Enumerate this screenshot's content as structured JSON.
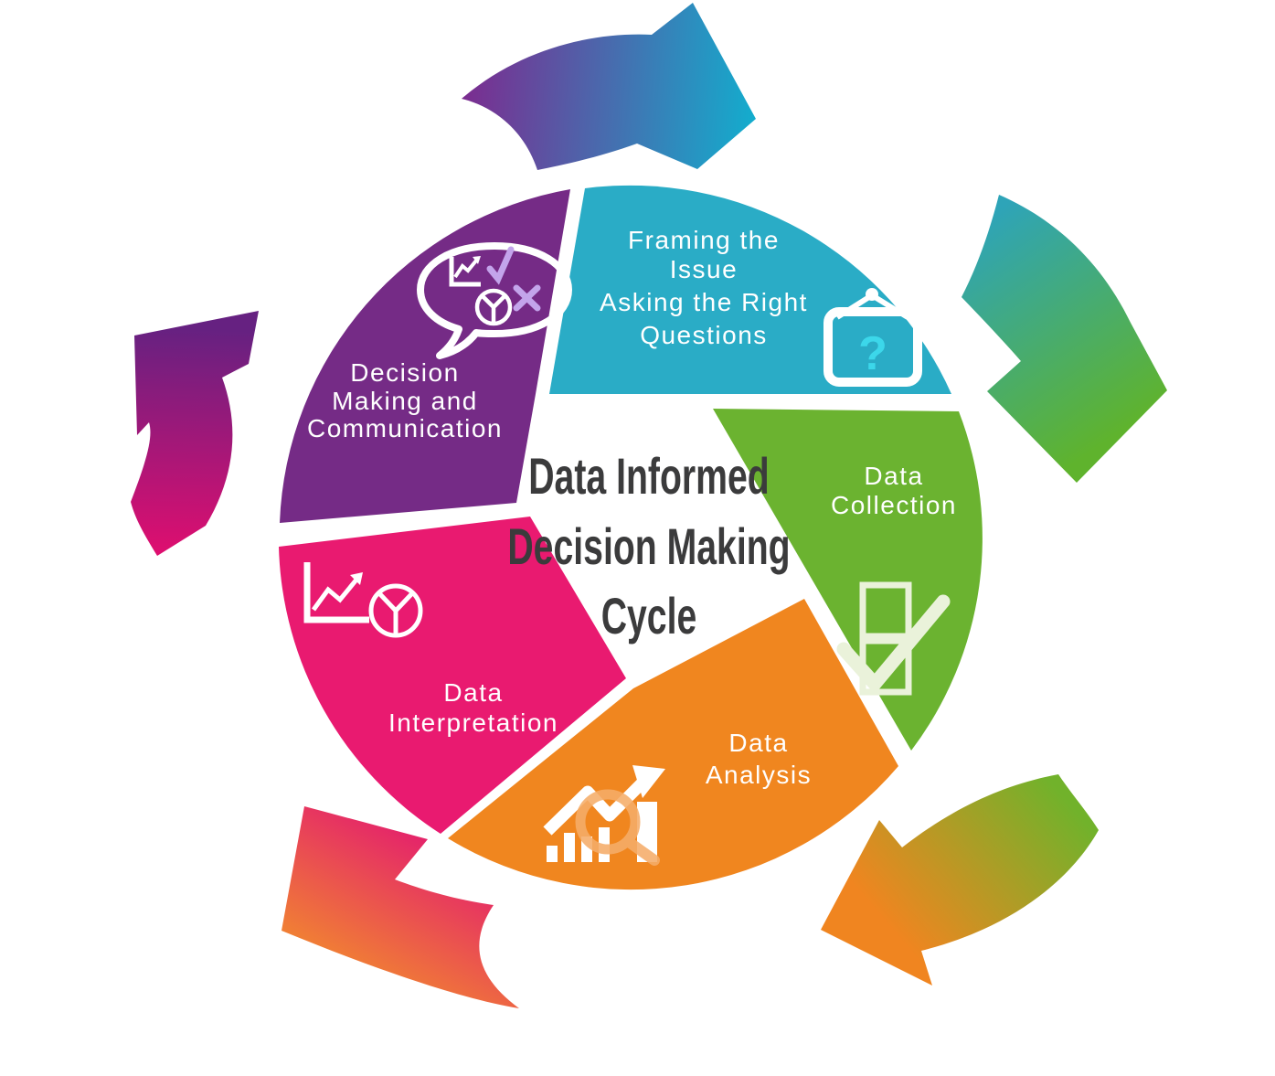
{
  "title": {
    "lines": [
      "Data Informed",
      "Decision Making",
      "Cycle"
    ],
    "color": "#3B3B3C"
  },
  "segments": [
    {
      "name": "framing-the-issue",
      "color": "#2AACC6",
      "lines": [
        "Framing the",
        "Issue",
        "Asking the Right",
        "Questions"
      ],
      "icon": "question-frame-icon"
    },
    {
      "name": "data-collection",
      "color": "#6BB330",
      "lines": [
        "Data",
        "Collection"
      ],
      "icon": "checklist-icon"
    },
    {
      "name": "data-analysis",
      "color": "#F0861F",
      "lines": [
        "Data",
        "Analysis"
      ],
      "icon": "bar-chart-magnifier-icon"
    },
    {
      "name": "data-interpretation",
      "color": "#E91A70",
      "lines": [
        "Data",
        "Interpretation"
      ],
      "icon": "line-pie-chart-icon"
    },
    {
      "name": "decision-making-communication",
      "color": "#752B86",
      "lines": [
        "Decision",
        "Making and",
        "Communication"
      ],
      "icon": "speech-bubble-charts-icon"
    }
  ],
  "arrows": [
    {
      "name": "arrow-decision-to-framing",
      "gradient_from": "#7C2B8F",
      "gradient_to": "#12AECE"
    },
    {
      "name": "arrow-framing-to-collection",
      "gradient_from": "#2EA4B8",
      "gradient_to": "#5FB32D"
    },
    {
      "name": "arrow-collection-to-analysis",
      "gradient_from": "#71B22B",
      "gradient_to": "#F08520"
    },
    {
      "name": "arrow-analysis-to-interpretation",
      "gradient_from": "#F18332",
      "gradient_to": "#E31A70"
    },
    {
      "name": "arrow-interpretation-to-decision",
      "gradient_from": "#E00E6F",
      "gradient_to": "#662181"
    }
  ],
  "accents": {
    "question_mark": "#3CD7EA",
    "checklist_cream": "#EAF2DA",
    "magnifier_ring": "#F5AD69",
    "lavender": "#C3A4EB",
    "icon_white": "#FFFFFF"
  }
}
